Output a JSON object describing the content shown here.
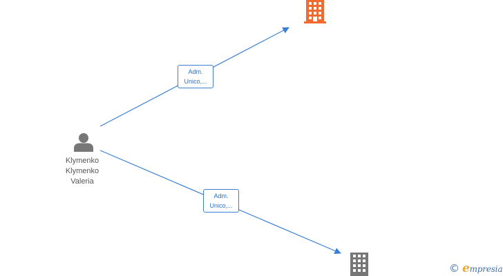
{
  "person": {
    "name_lines": [
      "Klymenko",
      "Klymenko",
      "Valeria"
    ],
    "icon": "person-icon"
  },
  "companies": [
    {
      "icon": "building-icon",
      "color": "#f26a2e"
    },
    {
      "icon": "building-icon",
      "color": "#777777"
    }
  ],
  "relations": [
    {
      "label_lines": [
        "Adm.",
        "Unico,..."
      ],
      "to": 0
    },
    {
      "label_lines": [
        "Adm.",
        "Unico,..."
      ],
      "to": 1
    }
  ],
  "brand": {
    "copyright": "©",
    "initial": "e",
    "rest": "mpresia"
  },
  "colors": {
    "edge": "#3a7fd5",
    "person": "#777777"
  }
}
